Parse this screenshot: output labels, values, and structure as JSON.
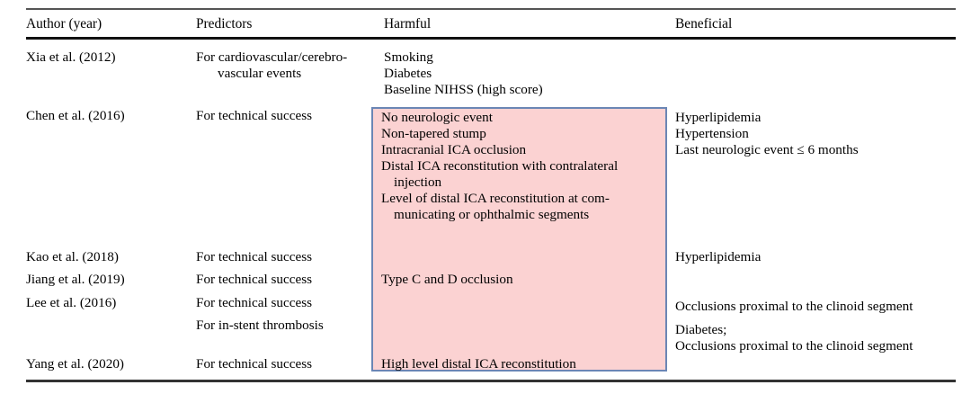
{
  "document": {
    "type": "academic-table",
    "cropped_caption_sliver": "",
    "columns": [
      {
        "key": "author",
        "label": "Author (year)"
      },
      {
        "key": "pred",
        "label": "Predictors"
      },
      {
        "key": "harmful",
        "label": "Harmful"
      },
      {
        "key": "benefit",
        "label": "Beneficial"
      }
    ],
    "highlight": {
      "present": true,
      "fill_color": "#fbd2d2",
      "border_color": "#6b86b5",
      "covers_column": "Harmful",
      "note": "pink shaded rectangle over the Harmful column from the Chen row to the Yang row"
    },
    "rows": [
      {
        "author": "Xia et al. (2012)",
        "pred_line1": "For cardiovascular/cerebro-",
        "pred_line2": "vascular events",
        "harmful": [
          "Smoking",
          "Diabetes",
          "Baseline NIHSS (high score)"
        ],
        "beneficial": []
      },
      {
        "author": "Chen et al. (2016)",
        "pred_line1": "For technical success",
        "pred_line2": "",
        "harmful": [
          "No neurologic event",
          "Non-tapered stump",
          "Intracranial ICA occlusion",
          "Distal ICA reconstitution with contralateral injection",
          "Level of distal ICA reconstitution at com-municating or ophthalmic segments"
        ],
        "harmful_wrapped": [
          "No neurologic event",
          "Non-tapered stump",
          "Intracranial ICA occlusion",
          "Distal ICA reconstitution with contralateral",
          "   injection",
          "Level of distal ICA reconstitution at com-",
          "   municating or ophthalmic segments"
        ],
        "beneficial": [
          "Hyperlipidemia",
          "Hypertension",
          "Last neurologic event ≤ 6 months"
        ]
      },
      {
        "author": "Kao et al. (2018)",
        "pred_line1": "For technical success",
        "pred_line2": "",
        "harmful": [],
        "beneficial": [
          "Hyperlipidemia"
        ]
      },
      {
        "author": "Jiang et al. (2019)",
        "pred_line1": "For technical success",
        "pred_line2": "",
        "harmful": [
          "Type C and D occlusion"
        ],
        "beneficial": []
      },
      {
        "author": "Lee et al. (2016)",
        "pred_line1": "For technical success",
        "pred_line2": "For in-stent thrombosis",
        "harmful": [],
        "beneficial": [
          "Occlusions proximal to the clinoid segment",
          "Diabetes;",
          "Occlusions proximal to the clinoid segment"
        ]
      },
      {
        "author": "Yang et al. (2020)",
        "pred_line1": "For technical success",
        "pred_line2": "",
        "harmful": [
          "High level distal ICA reconstitution"
        ],
        "beneficial": []
      }
    ],
    "text": {
      "hdr_author": "Author (year)",
      "hdr_pred": "Predictors",
      "hdr_harmful": "Harmful",
      "hdr_benefit": "Beneficial",
      "r1_author": "Xia et al. (2012)",
      "r1_pred_a": "For cardiovascular/cerebro-",
      "r1_pred_b": "vascular events",
      "r1_h1": "Smoking",
      "r1_h2": "Diabetes",
      "r1_h3": "Baseline NIHSS (high score)",
      "r2_author": "Chen et al. (2016)",
      "r2_pred": "For technical success",
      "r2_h1": "No neurologic event",
      "r2_h2": "Non-tapered stump",
      "r2_h3": "Intracranial ICA occlusion",
      "r2_h4": "Distal ICA reconstitution with contralateral injection",
      "r2_h5": "Level of distal ICA reconstitution at com-municating or ophthalmic segments",
      "r2_b1": "Hyperlipidemia",
      "r2_b2": "Hypertension",
      "r2_b3": "Last neurologic event ≤ 6 months",
      "r3_author": "Kao et al. (2018)",
      "r3_pred": "For technical success",
      "r3_b1": "Hyperlipidemia",
      "r4_author": "Jiang et al. (2019)",
      "r4_pred": "For technical success",
      "r4_h1": "Type C and D occlusion",
      "r5_author": "Lee et al. (2016)",
      "r5_pred_a": "For technical success",
      "r5_pred_b": "For in-stent thrombosis",
      "r5_b1": "Occlusions proximal to the clinoid segment",
      "r5_b2": "Diabetes;",
      "r5_b3": "Occlusions proximal to the clinoid segment",
      "r6_author": "Yang et al. (2020)",
      "r6_pred": "For technical success",
      "r6_h1": "High level distal ICA reconstitution"
    }
  }
}
